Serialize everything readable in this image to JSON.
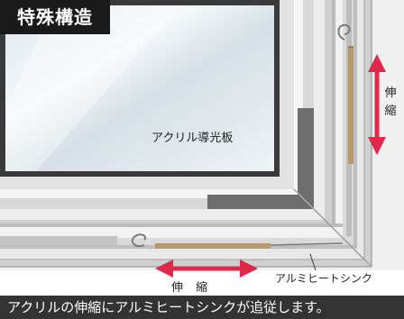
{
  "title": "特殊構造",
  "labels": {
    "acrylic_plate": "アクリル導光板",
    "expand_vertical": [
      "伸",
      "縮"
    ],
    "expand_horizontal": "伸 縮",
    "heat_sink": "アルミヒートシンク"
  },
  "caption": "アクリルの伸縮にアルミヒートシンクが追従します。",
  "colors": {
    "arrow": "#e0294a",
    "caption_bg": "#333333",
    "title_bg": "#1a1a1a",
    "spring": "#b89a6a"
  }
}
